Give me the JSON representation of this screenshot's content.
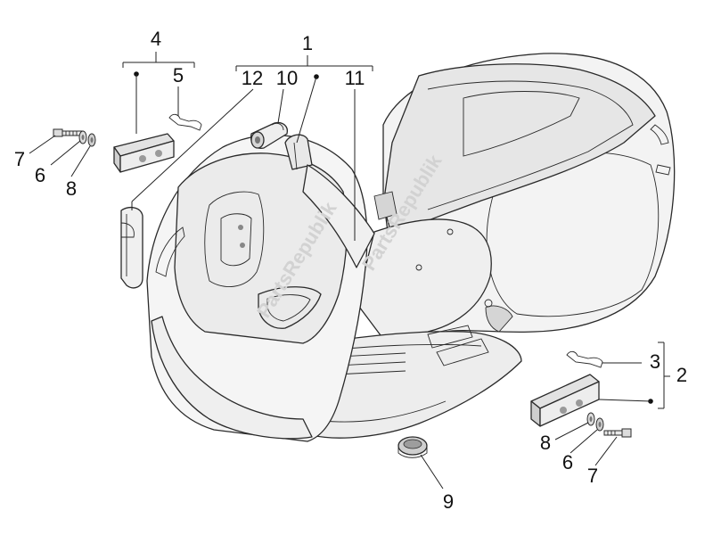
{
  "callouts": [
    {
      "id": "c1",
      "label": "1"
    },
    {
      "id": "c2",
      "label": "2"
    },
    {
      "id": "c3",
      "label": "3"
    },
    {
      "id": "c4",
      "label": "4"
    },
    {
      "id": "c5",
      "label": "5"
    },
    {
      "id": "c6a",
      "label": "6"
    },
    {
      "id": "c6b",
      "label": "6"
    },
    {
      "id": "c7a",
      "label": "7"
    },
    {
      "id": "c7b",
      "label": "7"
    },
    {
      "id": "c8a",
      "label": "8"
    },
    {
      "id": "c8b",
      "label": "8"
    },
    {
      "id": "c9",
      "label": "9"
    },
    {
      "id": "c10",
      "label": "10"
    },
    {
      "id": "c11",
      "label": "11"
    },
    {
      "id": "c12",
      "label": "12"
    }
  ],
  "watermark": {
    "text": "PartsRepublik"
  },
  "colors": {
    "line": "#222222",
    "part_fill": "#f4f4f4",
    "part_shade": "#dcdcdc",
    "dark_detail": "#8a8a8a",
    "watermark": "#d2d2d2"
  }
}
